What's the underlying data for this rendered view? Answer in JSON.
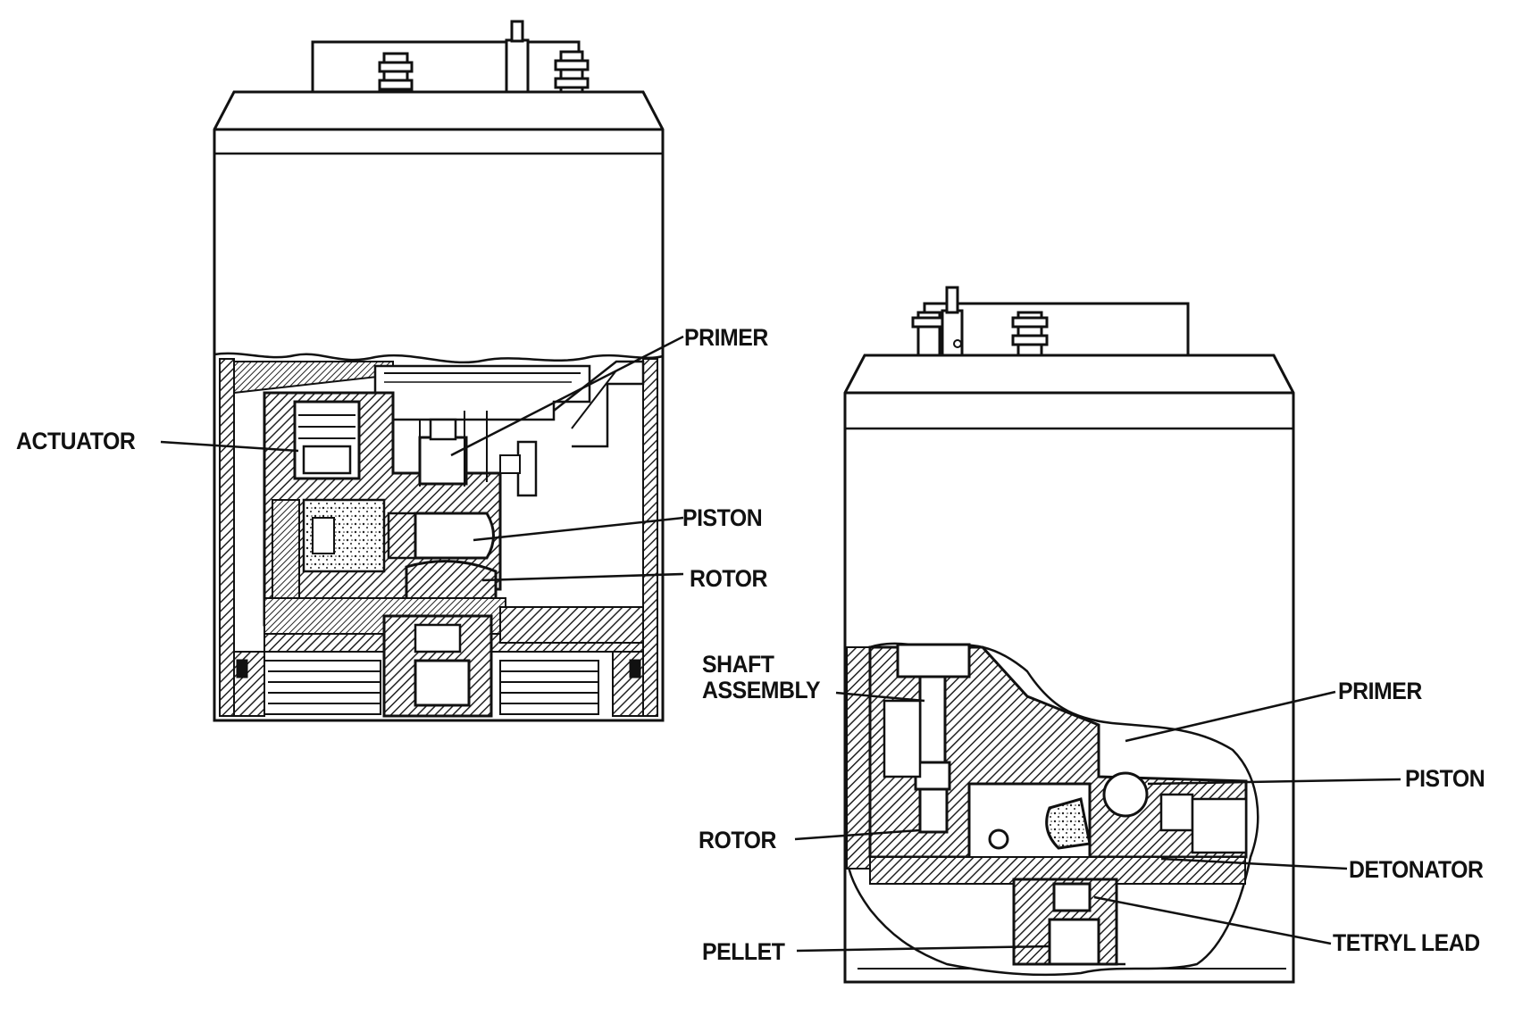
{
  "colors": {
    "ink": "#111111",
    "paper": "#ffffff",
    "hatch": "#222222"
  },
  "left_view": {
    "labels": {
      "actuator": "ACTUATOR",
      "primer": "PRIMER",
      "piston": "PISTON",
      "rotor": "ROTOR"
    }
  },
  "right_view": {
    "labels": {
      "shaft_line1": "SHAFT",
      "shaft_line2": "ASSEMBLY",
      "primer": "PRIMER",
      "piston": "PISTON",
      "rotor": "ROTOR",
      "detonator": "DETONATOR",
      "pellet": "PELLET",
      "tetryl_lead": "TETRYL LEAD"
    }
  }
}
